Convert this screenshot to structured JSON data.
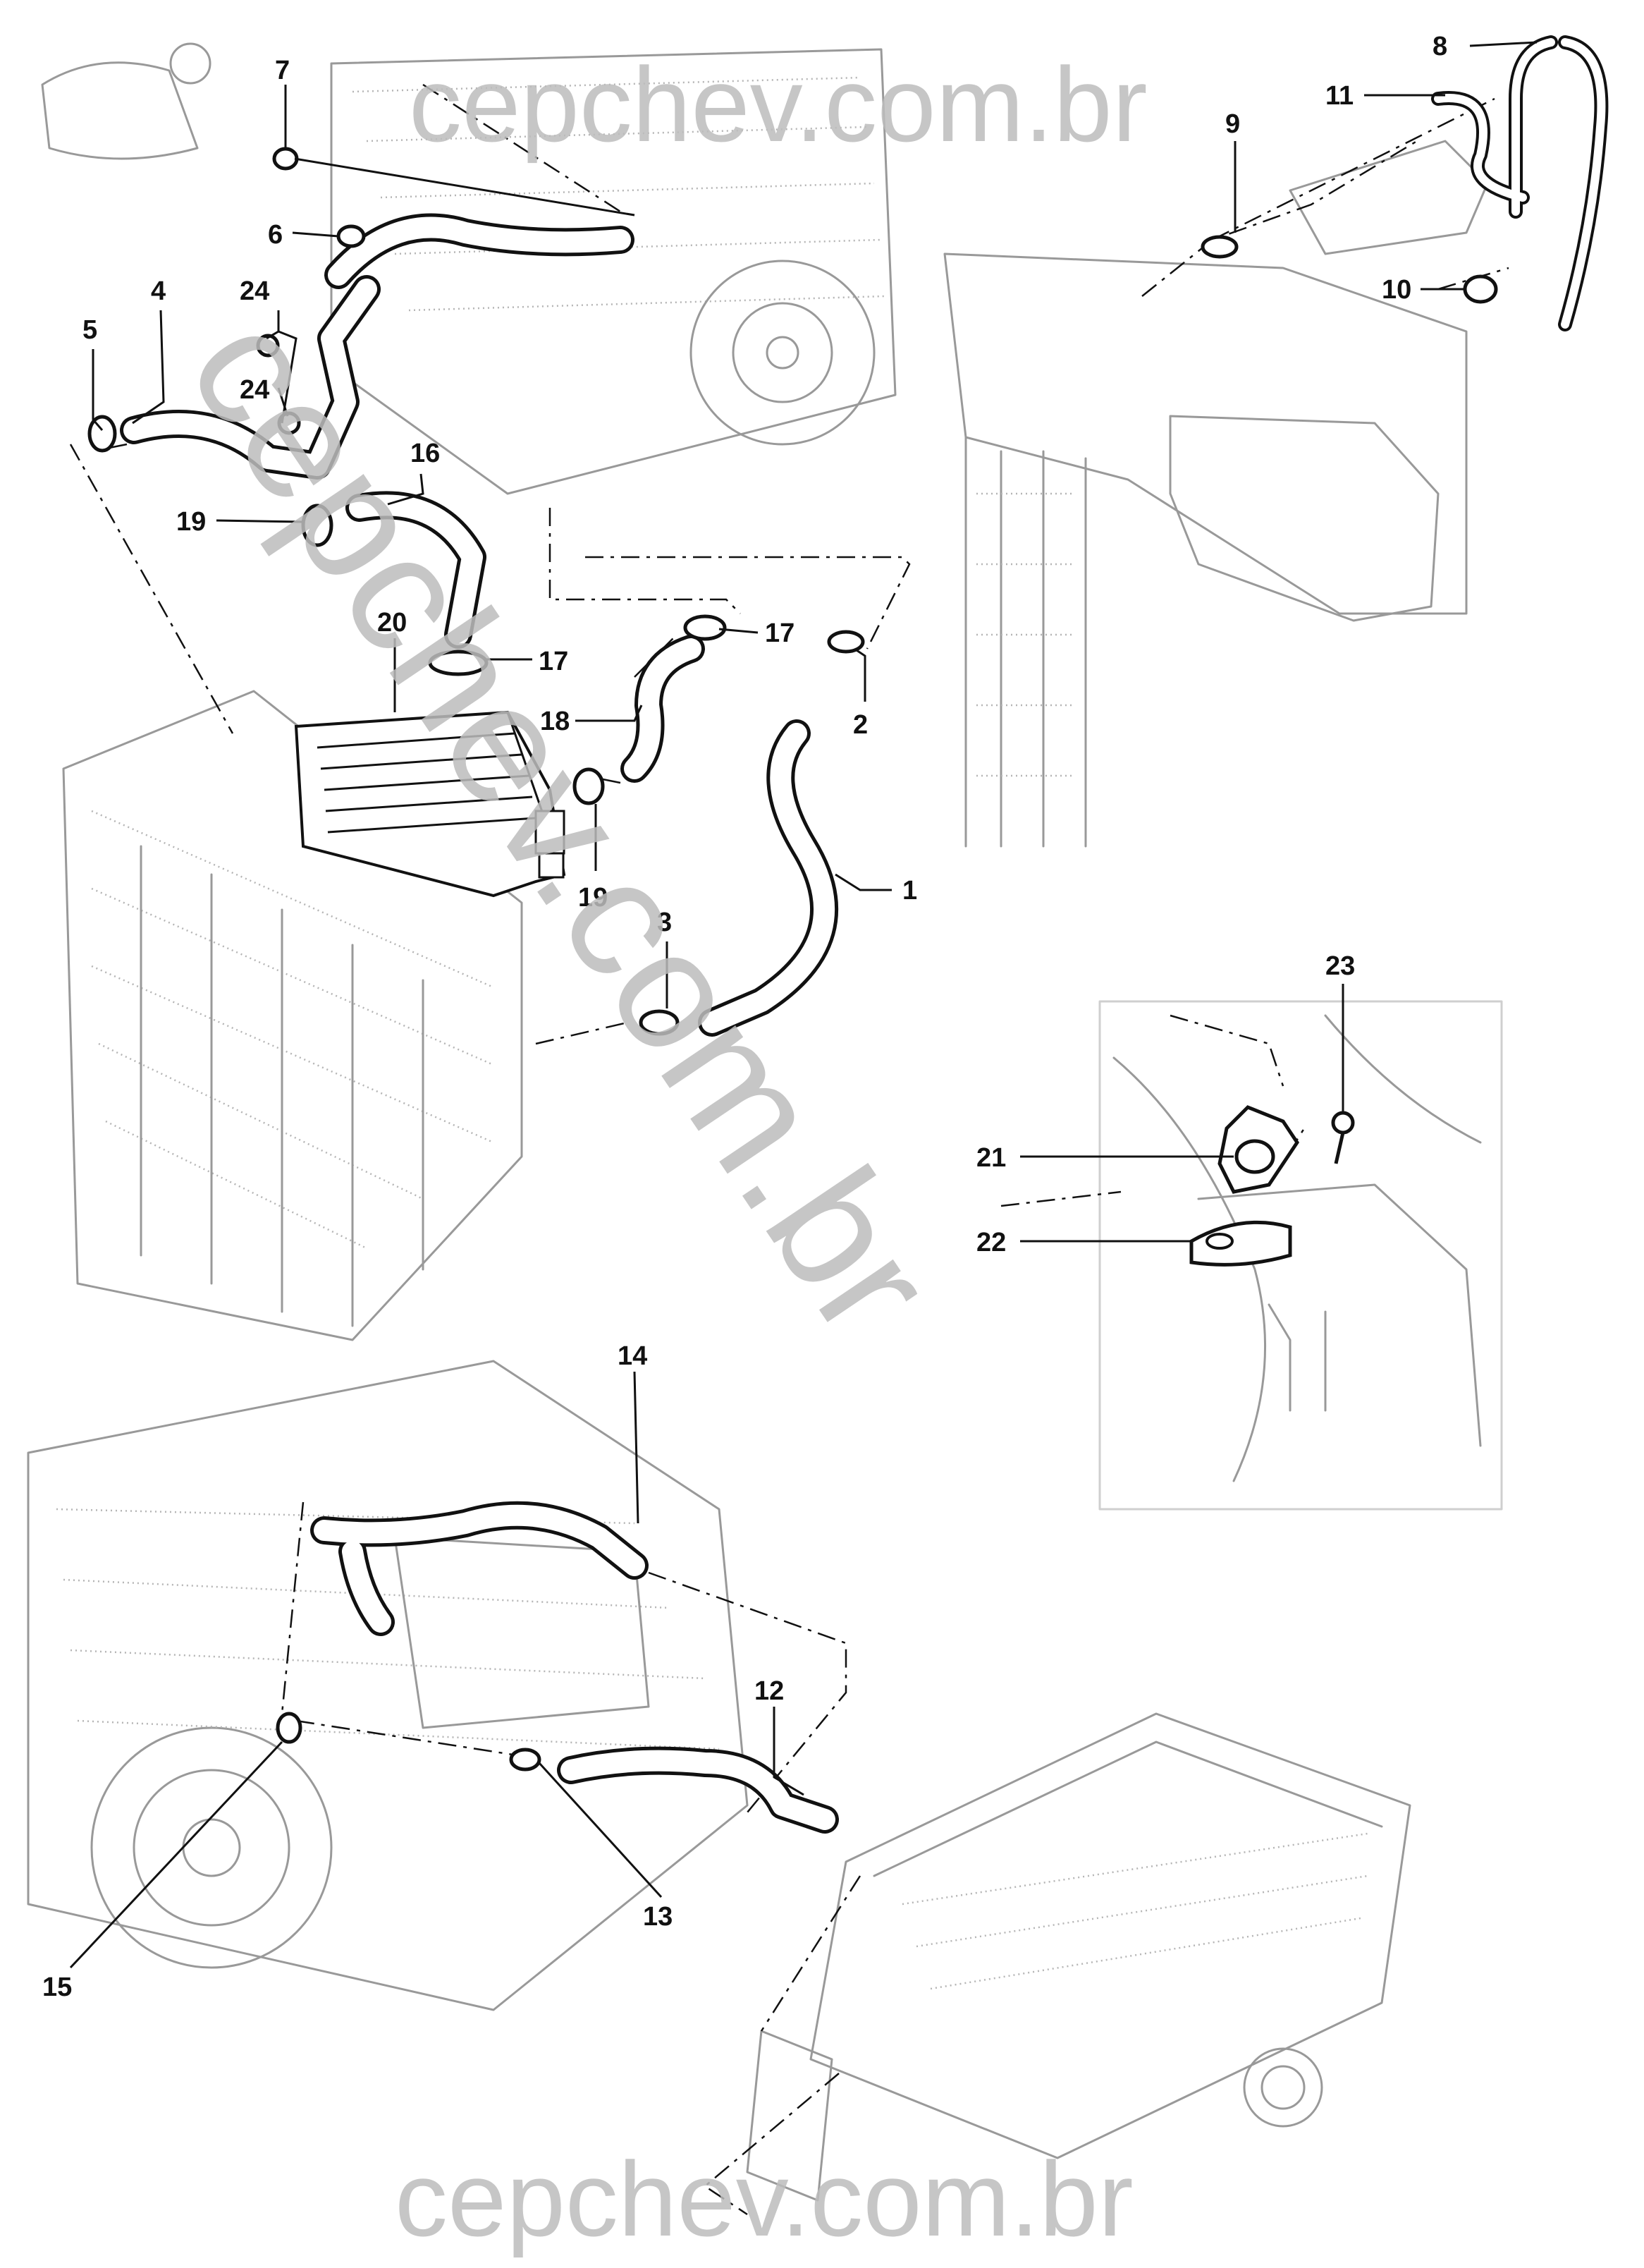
{
  "watermark": {
    "top": "cepchev.com.br",
    "diagonal": "cepchev.com.br",
    "bottom": "cepchev.com.br"
  },
  "callouts": [
    "1",
    "2",
    "3",
    "4",
    "5",
    "6",
    "7",
    "8",
    "9",
    "10",
    "11",
    "12",
    "13",
    "14",
    "15",
    "16",
    "17",
    "17",
    "18",
    "19",
    "19",
    "20",
    "21",
    "22",
    "23",
    "24",
    "24"
  ],
  "colors": {
    "line": "#111111",
    "background_art": "#999999",
    "watermark": "#bdbdbd"
  }
}
